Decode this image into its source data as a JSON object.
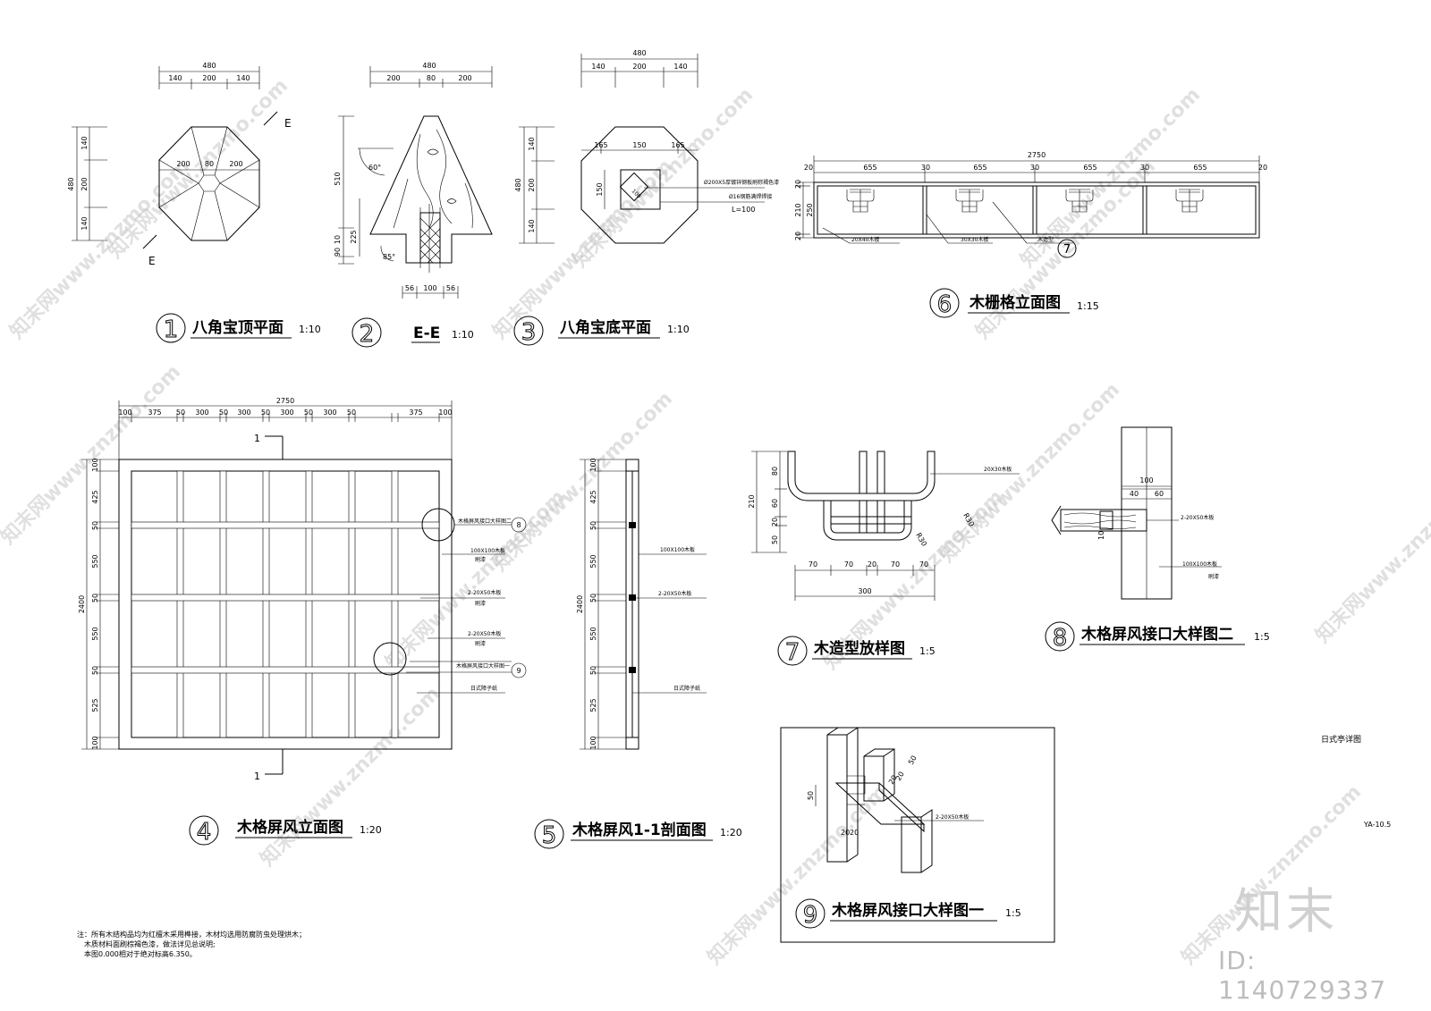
{
  "colors": {
    "line": "#000000",
    "watermark": "#c8c8c8",
    "logo": "#d0d0d0"
  },
  "details": [
    {
      "num": "1",
      "title": "八角宝顶平面",
      "scale": "1:10"
    },
    {
      "num": "2",
      "title": "E-E",
      "scale": "1:10"
    },
    {
      "num": "3",
      "title": "八角宝底平面",
      "scale": "1:10"
    },
    {
      "num": "4",
      "title": "木格屏风立面图",
      "scale": "1:20"
    },
    {
      "num": "5",
      "title": "木格屏风1-1剖面图",
      "scale": "1:20"
    },
    {
      "num": "6",
      "title": "木栅格立面图",
      "scale": "1:15"
    },
    {
      "num": "7",
      "title": "木造型放样图",
      "scale": "1:5"
    },
    {
      "num": "8",
      "title": "木格屏风接口大样图二",
      "scale": "1:5"
    },
    {
      "num": "9",
      "title": "木格屏风接口大样图一",
      "scale": "1:5"
    }
  ],
  "d1": {
    "total": "480",
    "segs": [
      "140",
      "200",
      "140"
    ],
    "inner": [
      "200",
      "80",
      "200"
    ],
    "cut": "E"
  },
  "d2": {
    "total": "480",
    "segs": [
      "200",
      "80",
      "200"
    ],
    "h": [
      "510",
      "225",
      "90",
      "10"
    ],
    "angles": [
      "60°",
      "85°"
    ],
    "base": [
      "56",
      "100",
      "56"
    ]
  },
  "d3": {
    "total": "480",
    "segs": [
      "140",
      "200",
      "140"
    ],
    "top": [
      "165",
      "150",
      "165"
    ],
    "sq": "150",
    "sq2": "100",
    "note1": "Ø200X5厚镀锌钢板刷棕褐色漆",
    "note2": "Ø16钢筋满焊焊接",
    "note3": "L=100"
  },
  "d4": {
    "total": "2750",
    "top": [
      "100",
      "375",
      "50",
      "300",
      "50",
      "300",
      "50",
      "300",
      "50",
      "300",
      "50",
      "375",
      "100"
    ],
    "left": [
      "100",
      "425",
      "50",
      "550",
      "50",
      "550",
      "50",
      "525",
      "100"
    ],
    "height": "2400",
    "sec": "1",
    "n1": "木格屏风接口大样图二",
    "n2": "100X100木板",
    "n3": "刷漆",
    "n4": "2-20X50木板",
    "n5": "刷漆",
    "n6": "2-20X50木板",
    "n7": "刷漆",
    "n8": "木格屏风接口大样图一",
    "n9": "日式障子纸",
    "c1": "8",
    "c2": "9"
  },
  "d5": {
    "left": [
      "100",
      "425",
      "50",
      "550",
      "50",
      "550",
      "50",
      "525",
      "100"
    ],
    "height": "2400",
    "n1": "100X100木板",
    "n2": "2-20X50木板",
    "n3": "日式障子纸"
  },
  "d6": {
    "total": "2750",
    "segs": [
      "20",
      "655",
      "30",
      "655",
      "30",
      "655",
      "30",
      "655",
      "20"
    ],
    "left": [
      "20",
      "210",
      "20"
    ],
    "h": "250",
    "n1": "20X40木板",
    "n2": "30X30木板",
    "n3": "木造型",
    "c": "7"
  },
  "d7": {
    "h": "210",
    "v": [
      "80",
      "60",
      "20",
      "50"
    ],
    "b": [
      "70",
      "70",
      "20",
      "70",
      "70"
    ],
    "w": "300",
    "n": "20X30木板",
    "r1": "R30",
    "r2": "R30"
  },
  "d8": {
    "w": "100",
    "s": [
      "40",
      "60"
    ],
    "n1": "2-20X50木板",
    "n2": "100X100木板",
    "n3": "刷漆",
    "v": "10"
  },
  "d9": {
    "v": "50",
    "d": "50",
    "s": [
      "20",
      "20"
    ],
    "b": [
      "20",
      "20"
    ],
    "n": "2-20X50木板"
  },
  "sheet": {
    "title": "日式亭详图",
    "code": "YA-10.5"
  },
  "notes": [
    "注：所有木结构品均为红檀木采用榫接，木材均选用防腐防虫处理烘木；",
    "木质材料面刷棕褐色漆，做法详见总说明;",
    "本图0.000相对于绝对标高6.350。"
  ],
  "watermark": {
    "text": "知末网www.znzmo.com"
  },
  "logo": {
    "text": "知末",
    "id": "ID: 1140729337"
  }
}
